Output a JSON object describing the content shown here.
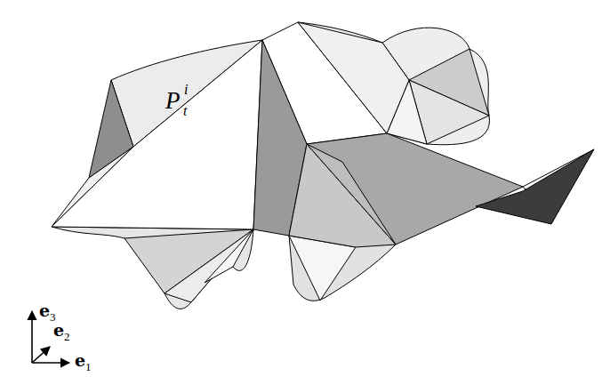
{
  "diagram": {
    "labels": [
      "P",
      "i",
      "t",
      "e",
      "3",
      "e",
      "2",
      "e",
      "1"
    ]
  }
}
